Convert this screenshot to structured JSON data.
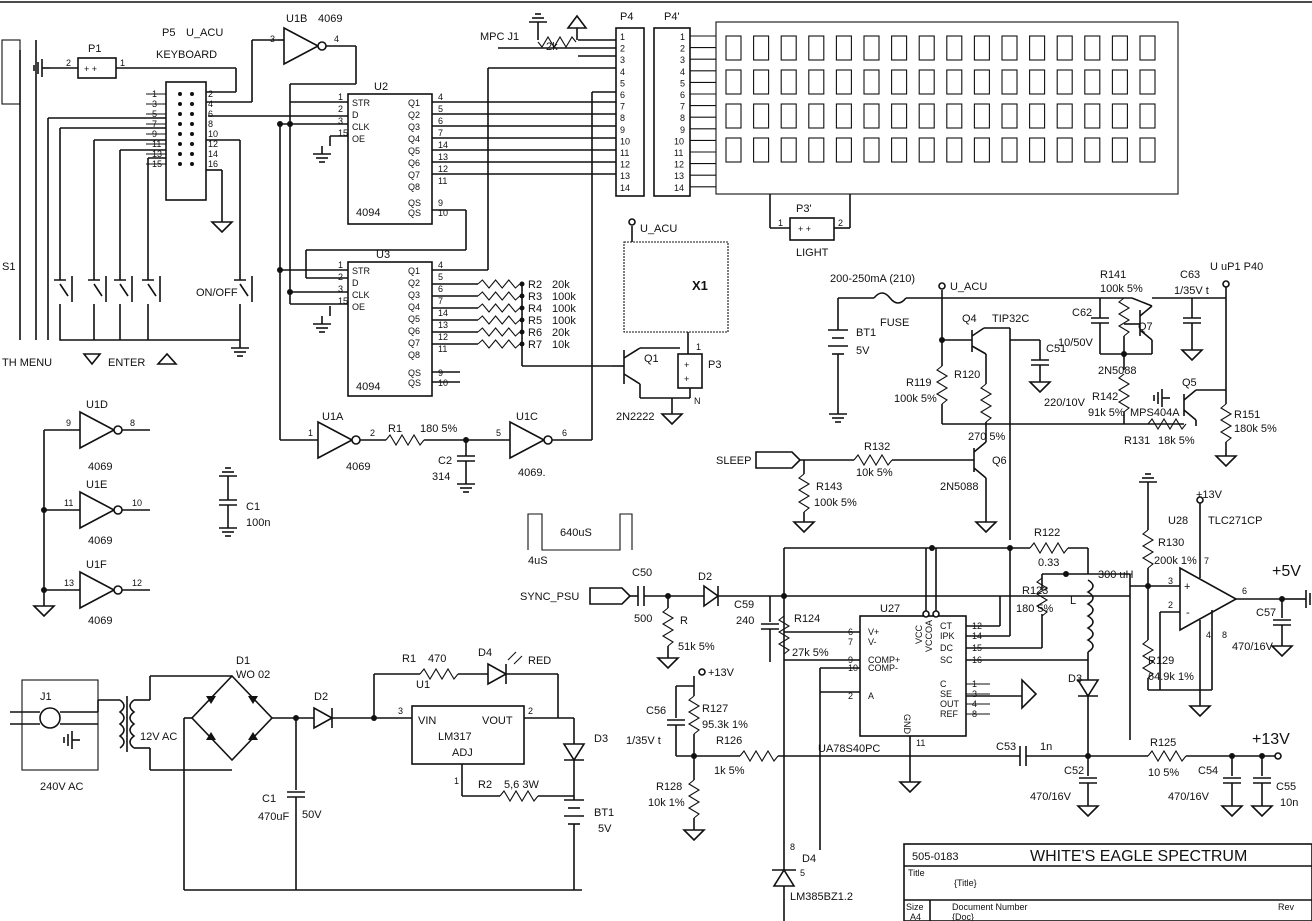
{
  "colors": {
    "ink": "#111111",
    "paper": "#ffffff"
  },
  "keyboard": {
    "p5": "P5",
    "u_acu": "U_ACU",
    "name": "KEYBOARD",
    "p1": "P1",
    "p1_left": "2",
    "p1_right": "1",
    "pins_left": [
      "1",
      "3",
      "5",
      "7",
      "9",
      "11",
      "13",
      "15"
    ],
    "pins_right": [
      "2",
      "4",
      "6",
      "8",
      "10",
      "12",
      "14",
      "16"
    ],
    "s1": "S1",
    "onoff": "ON/OFF",
    "menu_left": "TH MENU",
    "enter": "ENTER"
  },
  "inverters": {
    "u1b": "U1B",
    "u1b_part": "4069",
    "u1b_in": "3",
    "u1b_out": "4",
    "u1a": "U1A",
    "u1a_part": "4069",
    "u1a_in": "1",
    "u1a_out": "2",
    "u1c": "U1C",
    "u1c_part": "4069.",
    "u1c_in": "5",
    "u1c_out": "6",
    "u1d": "U1D",
    "u1d_part": "4069",
    "u1d_in": "9",
    "u1d_out": "8",
    "u1e": "U1E",
    "u1e_part": "4069",
    "u1e_in": "11",
    "u1e_out": "10",
    "u1f": "U1F",
    "u1f_part": "4069",
    "u1f_in": "13",
    "u1f_out": "12"
  },
  "shift_registers": {
    "u2": "U2",
    "u3": "U3",
    "part": "4094",
    "pins_left": [
      "STR",
      "D",
      "CLK",
      "OE"
    ],
    "pins_left_nums": [
      "1",
      "2",
      "3",
      "15"
    ],
    "pins_right": [
      "Q1",
      "Q2",
      "Q3",
      "Q4",
      "Q5",
      "Q6",
      "Q7",
      "Q8"
    ],
    "u2_right_nums": [
      "4",
      "5",
      "6",
      "7",
      "14",
      "13",
      "12",
      "11"
    ],
    "u3_right_nums": [
      "4",
      "5",
      "6",
      "7",
      "14",
      "13",
      "12",
      "11"
    ],
    "qs": "QS",
    "qs_nums": [
      "9",
      "10"
    ]
  },
  "resistor_ladder": [
    {
      "ref": "R2",
      "value": "20k"
    },
    {
      "ref": "R3",
      "value": "100k"
    },
    {
      "ref": "R4",
      "value": "100k"
    },
    {
      "ref": "R5",
      "value": "100k"
    },
    {
      "ref": "R6",
      "value": "20k"
    },
    {
      "ref": "R7",
      "value": "10k"
    }
  ],
  "display": {
    "p4": "P4",
    "p4p": "P4'",
    "mpc": "MPC J1",
    "pot": "2k",
    "pins": [
      "1",
      "2",
      "3",
      "4",
      "5",
      "6",
      "7",
      "8",
      "9",
      "10",
      "11",
      "12",
      "13",
      "14"
    ],
    "p3p": "P3'",
    "p3p_left": "1",
    "p3p_right": "2",
    "light": "LIGHT"
  },
  "timing": {
    "r1": "R1",
    "r1_val": "180 5%",
    "c2": "C2",
    "c2_val": "314",
    "c1": "C1",
    "c1_val": "100n",
    "pulse_width": "640uS",
    "pulse_low": "4uS"
  },
  "speaker": {
    "u_acu": "U_ACU",
    "x1": "X1",
    "q1": "Q1",
    "q1_part": "2N2222",
    "p3": "P3",
    "p3_top": "1",
    "p3_bot": "N"
  },
  "power_supply": {
    "j1": "J1",
    "mains": "240V AC",
    "transformer": "12V AC",
    "d1": "D1",
    "d1_part": "WO 02",
    "d2": "D2",
    "r1": "R1",
    "r1_val": "470",
    "d4": "D4",
    "led": "RED",
    "u1": "U1",
    "reg": "LM317",
    "vin": "VIN",
    "vout": "VOUT",
    "adj": "ADJ",
    "pin_vin": "3",
    "pin_vout": "2",
    "pin_adj": "1",
    "r2": "R2",
    "r2_val": "5,6 3W",
    "d3": "D3",
    "c1": "C1",
    "c1_val": "470uF",
    "c1_volt": "50V",
    "bt1": "BT1",
    "bt1_val": "5V"
  },
  "battery": {
    "fuse_rating": "200-250mA (210)",
    "u_acu": "U_ACU",
    "fuse": "FUSE",
    "bt1": "BT1",
    "bt1_val": "5V",
    "q4": "Q4",
    "q4_part": "TIP32C",
    "r119": "R119",
    "r119_val": "100k 5%",
    "r120": "R120",
    "r120_val": "270 5%",
    "c51": "C51",
    "c51_val": "220/10V",
    "r141": "R141",
    "r141_val": "100k 5%",
    "c62": "C62",
    "c62_val": "10/50V",
    "q7": "Q7",
    "q7_part": "2N5088",
    "c63": "C63",
    "c63_val": "1/35V t",
    "uup1": "U uP1 P40",
    "r142": "R142",
    "r142_val": "91k 5%",
    "q5": "Q5",
    "q5_part": "MPS404A",
    "r131": "R131",
    "r131_val": "18k 5%",
    "r151": "R151",
    "r151_val": "180k 5%",
    "sleep": "SLEEP",
    "r132": "R132",
    "r132_val": "10k 5%",
    "r143": "R143",
    "r143_val": "100k 5%",
    "q6": "Q6",
    "q6_part": "2N5088"
  },
  "converter": {
    "sync": "SYNC_PSU",
    "c50": "C50",
    "c50_val": "500",
    "d2": "D2",
    "r": "R",
    "r_val": "51k 5%",
    "c59": "C59",
    "c59_val": "240",
    "r124": "R124",
    "r124_val": "27k 5%",
    "u27": "U27",
    "u27_part": "UA78S40PC",
    "pins_left": [
      "V+",
      "V-",
      "COMP+",
      "COMP-",
      "A"
    ],
    "pins_left_nums": [
      "6",
      "7",
      "9",
      "10",
      "2"
    ],
    "pins_top": [
      "VCC",
      "VCCOA"
    ],
    "pins_right": [
      "CT",
      "IPK",
      "DC",
      "SC",
      "C",
      "SE",
      "OUT",
      "REF"
    ],
    "pins_right_nums": [
      "12",
      "14",
      "15",
      "16",
      "1",
      "3",
      "4",
      "8"
    ],
    "gnd": "GND",
    "gnd_num": "11",
    "r122": "R122",
    "r122_val": "0.33",
    "r123": "R123",
    "r123_val": "180 5%",
    "inductor": "L",
    "inductor_val": "300 uH",
    "d3": "D3",
    "plus13_top": "+13V",
    "c56": "C56",
    "c56_val": "1/35V t",
    "r127": "R127",
    "r127_val": "95.3k 1%",
    "r126": "R126",
    "r126_val": "1k 5%",
    "r128": "R128",
    "r128_val": "10k 1%",
    "c53": "C53",
    "c53_val": "1n",
    "c52": "C52",
    "c52_val": "470/16V",
    "r125": "R125",
    "r125_val": "10 5%",
    "c54": "C54",
    "c54_val": "470/16V",
    "c55": "C55",
    "c55_val": "10n",
    "plus13_out": "+13V",
    "d4": "D4",
    "d4_part": "LM385BZ1.2",
    "d4_pin_top": "8",
    "d4_pin": "5"
  },
  "opamp": {
    "plus13": "+13V",
    "u28": "U28",
    "part": "TLC271CP",
    "r130": "R130",
    "r130_val": "200k 1%",
    "r129": "R129",
    "r129_val": "64.9k 1%",
    "pin_in_p": "3",
    "pin_in_n": "2",
    "pin_out": "6",
    "pin_v": "7",
    "pin_gnd": "4",
    "pin_8": "8",
    "c57": "C57",
    "c57_val": "470/16V",
    "plus5": "+5V"
  },
  "title_block": {
    "doc_no": "505-0183",
    "name": "WHITE'S EAGLE SPECTRUM",
    "title_label": "Title",
    "title_value": "{Title}",
    "size_label": "Size",
    "size_value": "A4",
    "docnum_label": "Document Number",
    "docnum_value": "{Doc}",
    "rev_label": "Rev"
  }
}
